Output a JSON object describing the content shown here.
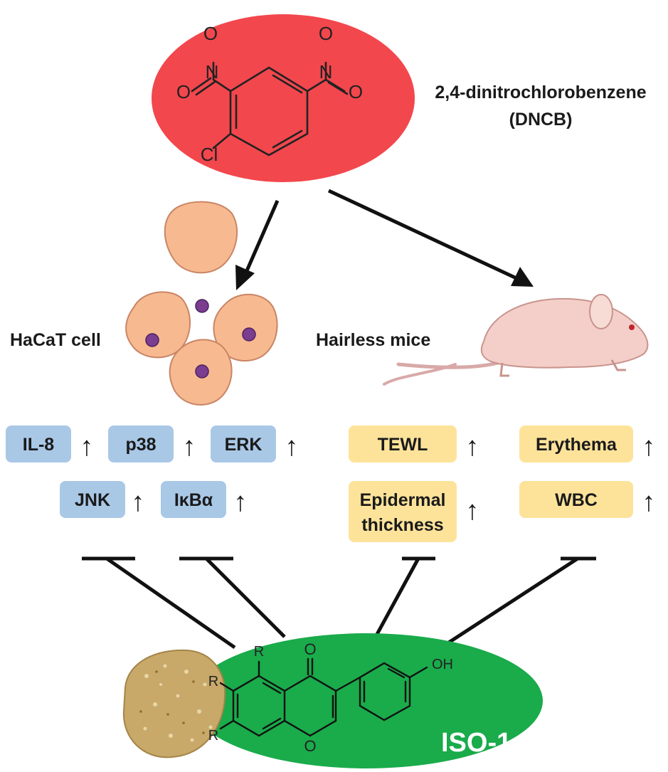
{
  "compound": {
    "name_line1": "2,4-dinitrochlorobenzene",
    "name_line2": "(DNCB)",
    "atoms": {
      "oxygen": "O",
      "nitrogen": "N",
      "chlorine": "Cl"
    },
    "ellipse_color": "#f2474d"
  },
  "models": {
    "cell_label": "HaCaT cell",
    "mouse_label": "Hairless mice"
  },
  "markers": {
    "cell": {
      "row1": [
        "IL-8",
        "p38",
        "ERK"
      ],
      "row2": [
        "JNK",
        "IκBα"
      ],
      "color": "#a9c8e6"
    },
    "mouse": {
      "row1": [
        "TEWL",
        "Erythema"
      ],
      "row2_left_line1": "Epidermal",
      "row2_left_line2": "thickness",
      "row2_right": "WBC",
      "color": "#fde39a"
    },
    "arrow_glyph": "↑"
  },
  "inhibitor": {
    "name": "ISO-1",
    "ellipse_color": "#1aab4b",
    "atoms": {
      "carbonyl": "O",
      "ring_oxygen": "O",
      "hydroxyl": "OH",
      "substituent": "R"
    },
    "powder_color": "#c8a96a"
  }
}
